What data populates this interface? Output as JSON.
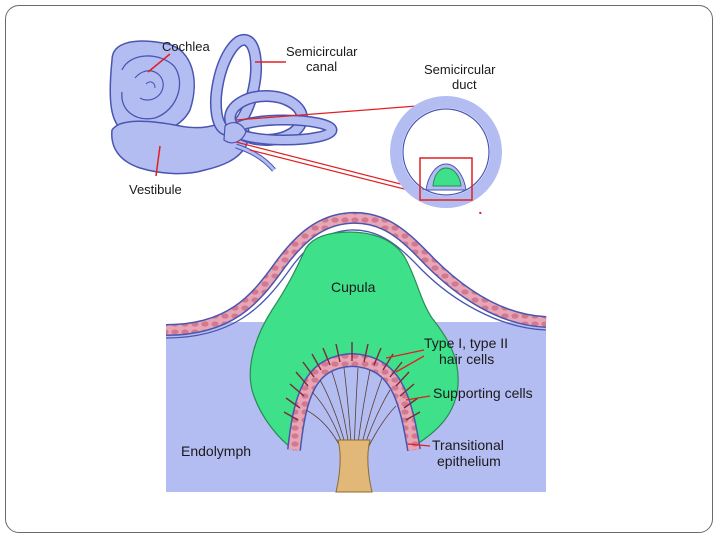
{
  "labels": {
    "cochlea": "Cochlea",
    "semicircular_canal_line1": "Semicircular",
    "semicircular_canal_line2": "canal",
    "semicircular_duct_line1": "Semicircular",
    "semicircular_duct_line2": "duct",
    "vestibule": "Vestibule",
    "cupula": "Cupula",
    "hair_cells_line1": "Type I, type II",
    "hair_cells_line2": "hair cells",
    "supporting_cells": "Supporting cells",
    "transitional_line1": "Transitional",
    "transitional_line2": "epithelium",
    "endolymph": "Endolymph"
  },
  "colors": {
    "tissue_blue": "#b4bdf2",
    "outline_blue": "#4a55b0",
    "cupula_green": "#3ee08a",
    "membrane_pink": "#e7a6b6",
    "indicator_red": "#e02020",
    "frame_gray": "#6a6a6a"
  }
}
